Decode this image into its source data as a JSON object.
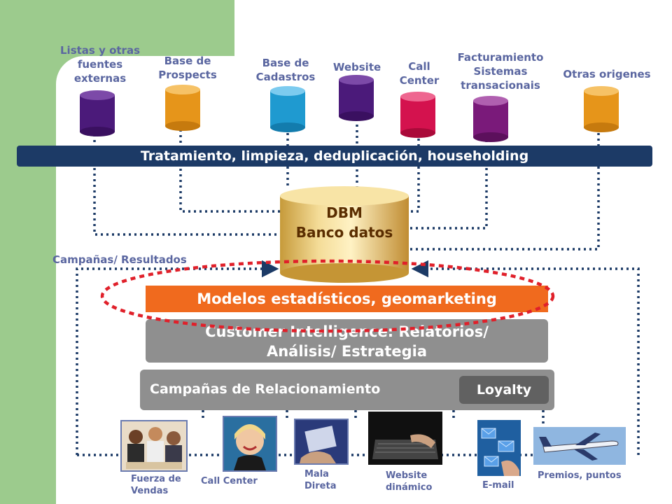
{
  "sources": [
    {
      "label_lines": [
        "Listas y otras",
        "fuentes",
        "externas"
      ],
      "color": "#4b1a7a"
    },
    {
      "label_lines": [
        "Base de",
        "Prospects"
      ],
      "color": "#e6951a"
    },
    {
      "label_lines": [
        "Base de",
        "Cadastros"
      ],
      "color": "#1f9ad0"
    },
    {
      "label_lines": [
        "Website"
      ],
      "color": "#4b1a7a"
    },
    {
      "label_lines": [
        "Call",
        "Center"
      ],
      "color": "#d4124e"
    },
    {
      "label_lines": [
        "Facturamiento",
        "Sistemas",
        "transacionais"
      ],
      "color": "#7a1a7a"
    },
    {
      "label_lines": [
        "Otras origenes"
      ],
      "color": "#e6951a"
    }
  ],
  "treatment_bar": "Tratamiento, limpieza, deduplicación, householding",
  "dbm": {
    "line1": "DBM",
    "line2": "Banco datos"
  },
  "feedback_label": "Campañas/ Resultados",
  "models_bar": "Modelos estadísticos, geomarketing",
  "ci_bar": {
    "line1": "Customer Intelligence: Relatórios/",
    "line2": "Análisis/ Estrategia"
  },
  "campaigns_bar": "Campañas de Relacionamiento",
  "loyalty_label": "Loyalty",
  "channels": [
    {
      "label_lines": [
        "Fuerza de",
        "Vendas"
      ],
      "icon": "sales-team-photo-icon"
    },
    {
      "label_lines": [
        "Call Center"
      ],
      "icon": "call-center-agent-photo-icon"
    },
    {
      "label_lines": [
        "Mala",
        "Direta"
      ],
      "icon": "direct-mail-photo-icon"
    },
    {
      "label_lines": [
        "Website",
        "dinámico"
      ],
      "icon": "laptop-keyboard-photo-icon"
    },
    {
      "label_lines": [
        "E-mail"
      ],
      "icon": "email-envelopes-photo-icon"
    },
    {
      "label_lines": [
        "Premios, puntos"
      ],
      "icon": "airplane-photo-icon"
    }
  ],
  "colors": {
    "green": "#9ccb8d",
    "navy": "#1c3a66",
    "orange": "#f06a1e",
    "gray": "#8f8f8f",
    "label": "#5a66a0",
    "red_dash": "#e0202a"
  }
}
